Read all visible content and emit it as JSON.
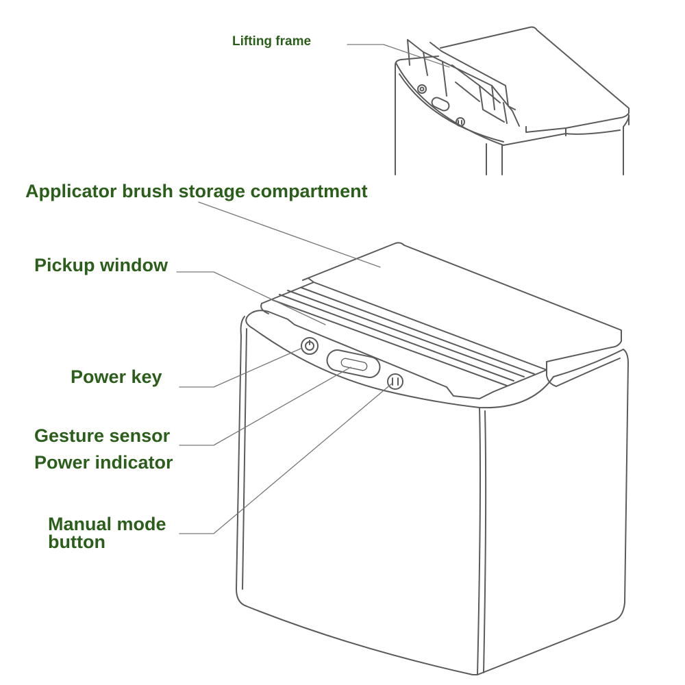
{
  "colors": {
    "label": "#2b5e1b",
    "line": "#5a5a5a",
    "leader": "#777777",
    "background": "#ffffff"
  },
  "labels": {
    "lifting_frame": "Lifting frame",
    "applicator_brush_storage": "Applicator brush storage compartment",
    "pickup_window": "Pickup window",
    "power_key": "Power key",
    "gesture_sensor": "Gesture sensor",
    "power_indicator": "Power indicator",
    "manual_mode_line1": "Manual mode",
    "manual_mode_line2": "button"
  },
  "icons": [
    "power-icon",
    "manual-mode-icon"
  ]
}
